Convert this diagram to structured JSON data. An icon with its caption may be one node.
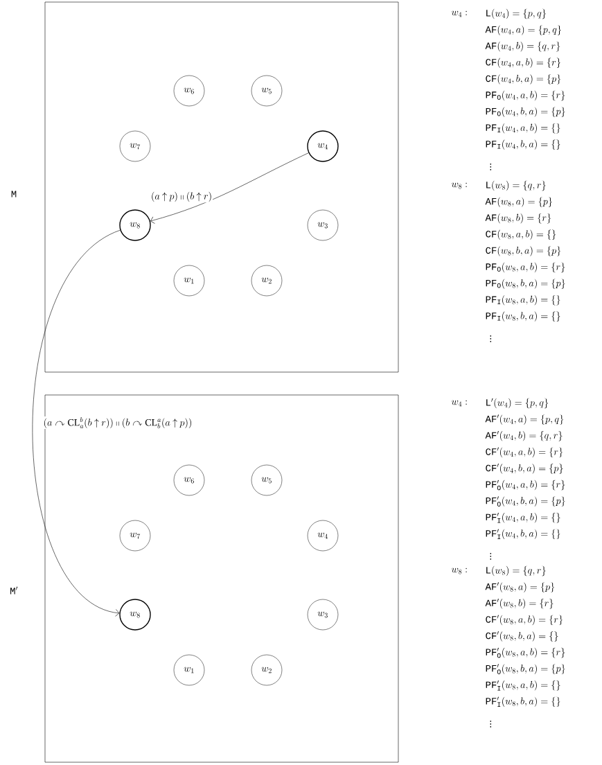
{
  "diagram": {
    "nodes": [
      {
        "text": [
          "\\mathtt{M}"
        ]
      },
      {
        "text": [
          "w_6"
        ],
        "in": 0
      },
      {
        "text": [
          "w_5"
        ],
        "in": 0
      },
      {
        "text": [
          "w_7"
        ],
        "in": 0
      },
      {
        "text": [
          "w_4"
        ],
        "in": 0
      },
      {
        "text": [
          "w_8"
        ],
        "in": 0
      },
      {
        "text": [
          "w_3"
        ],
        "in": 0
      },
      {
        "text": [
          "w_1"
        ],
        "in": 0
      },
      {
        "text": [
          "w_2"
        ],
        "in": 0
      },
      {
        "text": [
          "\\mathtt{M}'"
        ]
      },
      {
        "text": [
          "w_6"
        ],
        "in": 9
      },
      {
        "text": [
          "w_5"
        ],
        "in": 9
      },
      {
        "text": [
          "w_7"
        ],
        "in": 9
      },
      {
        "text": [
          "w_4"
        ],
        "in": 9
      },
      {
        "text": [
          "w_8"
        ],
        "in": 9
      },
      {
        "text": [
          "w_3"
        ],
        "in": 9
      },
      {
        "text": [
          "w_1"
        ],
        "in": 9
      },
      {
        "text": [
          "w_2"
        ],
        "in": 9
      }
    ],
    "edges": [
      {
        "from": 4,
        "to": 5,
        "arrow": "to",
        "label": "(a\\mathbin{\\uparrow} p)\\mathbin{\\shortparallel}(b\\mathbin{\\uparrow} r)"
      },
      {
        "from": 5,
        "to": 14,
        "arrow": "to",
        "label": "(a\\curvearrowright\\mathrm{CL}^b_a(b\\mathbin{\\uparrow} r))\\mathbin{\\shortparallel}(b\\curvearrowright\\mathrm{CL}^a_b(a\\mathbin{\\uparrow} p))"
      }
    ],
    "labels": [
      "w_4 :",
      "\\mathtt{L}(w_4)=\\{p,q\\}",
      "\\mathtt{AF}(w_4,a)=\\{p,q\\}",
      "\\mathtt{AF}(w_4,b)=\\{q,r\\}",
      "\\mathtt{CF}(w_4,a,b)=\\{r\\}",
      "\\mathtt{CF}(w_4,b,a)=\\{p\\}",
      "\\mathtt{PF}_{\\mathtt{O}}(w_4,a,b)=\\{r\\}",
      "\\mathtt{PF}_{\\mathtt{O}}(w_4,b,a)=\\{p\\}",
      "\\mathtt{PF}_{\\mathtt{I}}(w_4,a,b)=\\{\\}",
      "\\mathtt{PF}_{\\mathtt{I}}(w_4,b,a)=\\{\\}",
      "\\vdots",
      "w_8 :",
      "\\mathtt{L}(w_8)=\\{q,r\\}",
      "\\mathtt{AF}(w_8,a)=\\{p\\}",
      "\\mathtt{AF}(w_8,b)=\\{r\\}",
      "\\mathtt{CF}(w_8,a,b)=\\{\\}",
      "\\mathtt{CF}(w_8,b,a)=\\{p\\}",
      "\\mathtt{PF}_{\\mathtt{O}}(w_8,a,b)=\\{r\\}",
      "\\mathtt{PF}_{\\mathtt{O}}(w_8,b,a)=\\{p\\}",
      "\\mathtt{PF}_{\\mathtt{I}}(w_8,a,b)=\\{\\}",
      "\\mathtt{PF}_{\\mathtt{I}}(w_8,b,a)=\\{\\}",
      "\\vdots",
      "w_4 :",
      "\\mathtt{L}'(w_4)=\\{p,q\\}",
      "\\mathtt{AF}'(w_4,a)=\\{p,q\\}",
      "\\mathtt{AF}'(w_4,b)=\\{q,r\\}",
      "\\mathtt{CF}'(w_4,a,b)=\\{r\\}",
      "\\mathtt{CF}'(w_4,b,a)=\\{p\\}",
      "\\mathtt{PF}'_{\\mathtt{O}}(w_4,a,b)=\\{r\\}",
      "\\mathtt{PF}'_{\\mathtt{O}}(w_4,b,a)=\\{p\\}",
      "\\mathtt{PF}'_{\\mathtt{I}}(w_4,a,b)=\\{\\}",
      "\\mathtt{PF}'_{\\mathtt{I}}(w_4,b,a)=\\{\\}",
      "\\vdots",
      "w_8 :",
      "\\mathtt{L}(w_8)=\\{q,r\\}",
      "\\mathtt{AF}'(w_8,a)=\\{p\\}",
      "\\mathtt{AF}'(w_8,b)=\\{r\\}",
      "\\mathtt{CF}'(w_8,a,b)=\\{r\\}",
      "\\mathtt{CF}'(w_8,b,a)=\\{\\}",
      "\\mathtt{PF}'_{\\mathtt{O}}(w_8,a,b)=\\{r\\}",
      "\\mathtt{PF}'_{\\mathtt{O}}(w_8,b,a)=\\{p\\}",
      "\\mathtt{PF}'_{\\mathtt{I}}(w_8,a,b)=\\{\\}",
      "\\mathtt{PF}'_{\\mathtt{I}}(w_8,b,a)=\\{\\}",
      "\\vdots"
    ]
  }
}
